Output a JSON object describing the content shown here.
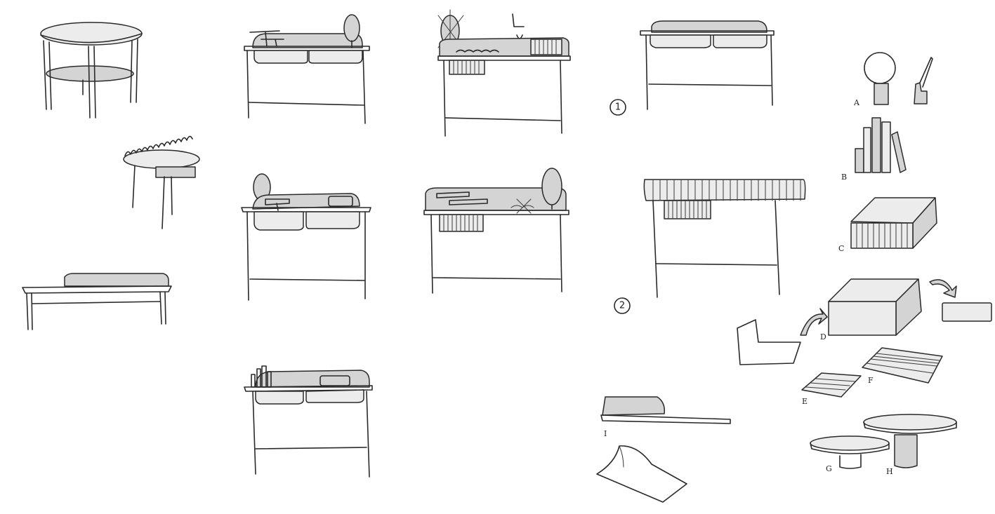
{
  "options": [
    {
      "number": "1"
    },
    {
      "number": "2"
    }
  ],
  "labels": {
    "a": "A",
    "b": "B",
    "c": "C",
    "d": "D",
    "e": "E",
    "f": "F",
    "g": "G",
    "h": "H",
    "i": "I"
  }
}
